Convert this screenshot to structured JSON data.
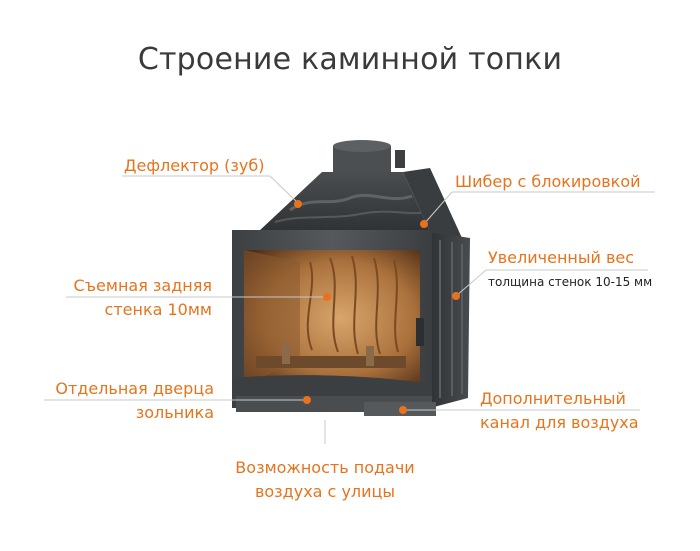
{
  "title": "Строение каминной топки",
  "accent_color": "#e8731c",
  "labels": {
    "deflector": "Дефлектор (зуб)",
    "damper": "Шибер с блокировкой",
    "weight": "Увеличенный вес",
    "weight_note": "толщина стенок 10-15 мм",
    "back_wall_line1": "Съемная задняя",
    "back_wall_line2": "стенка 10мм",
    "ash_door_line1": "Отдельная дверца",
    "ash_door_line2": "зольника",
    "air_channel_line1": "Дополнительный",
    "air_channel_line2": "канал для воздуха",
    "outside_air_line1": "Возможность подачи",
    "outside_air_line2": "воздуха с улицы"
  }
}
